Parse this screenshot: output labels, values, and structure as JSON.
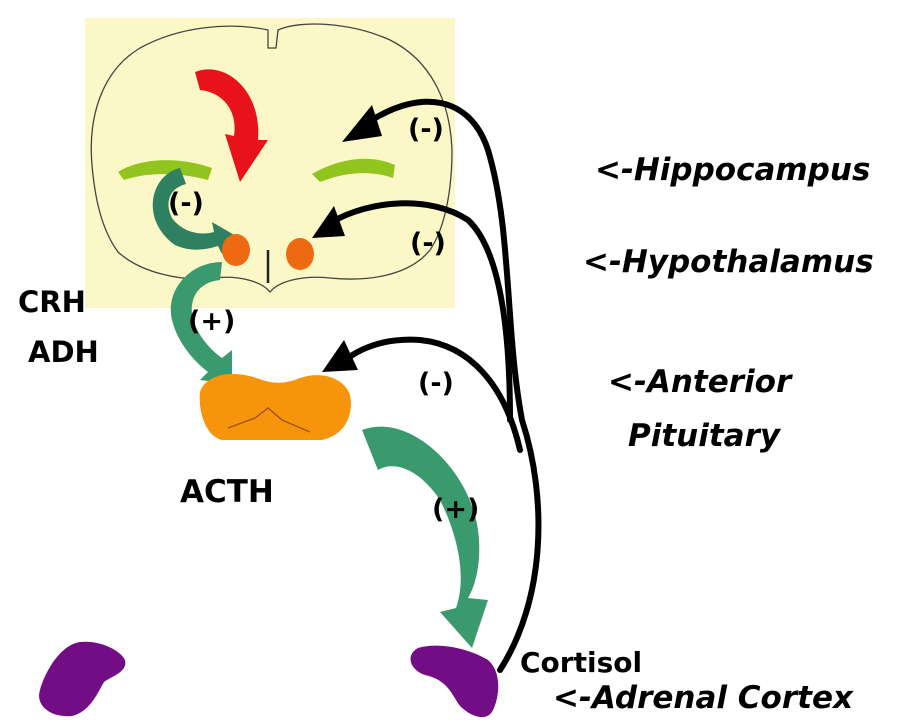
{
  "hormones": {
    "crh": "CRH",
    "adh": "ADH",
    "acth": "ACTH",
    "cortisol": "Cortisol"
  },
  "signs": {
    "hippocampus_feedback": "(-)",
    "hypothalamus_feedback": "(-)",
    "pituitary_feedback": "(-)",
    "hippocampus_to_hypothalamus": "(-)",
    "crh_stimulation": "(+)",
    "acth_stimulation": "(+)"
  },
  "structures": {
    "hippocampus": "<-Hippocampus",
    "hypothalamus": "<-Hypothalamus",
    "anterior_1": "<-Anterior",
    "anterior_2": "Pituitary",
    "adrenal": "<-Adrenal Cortex"
  },
  "colors": {
    "brain_bg": "#fbf7c6",
    "hippocampus": "#92c420",
    "hypothalamus": "#ee6a10",
    "pituitary": "#f6950c",
    "adrenal": "#730d86",
    "stimulation_arrow": "#2e9468",
    "feedback_arrow": "#000000",
    "red_arrow": "#e8121a"
  }
}
